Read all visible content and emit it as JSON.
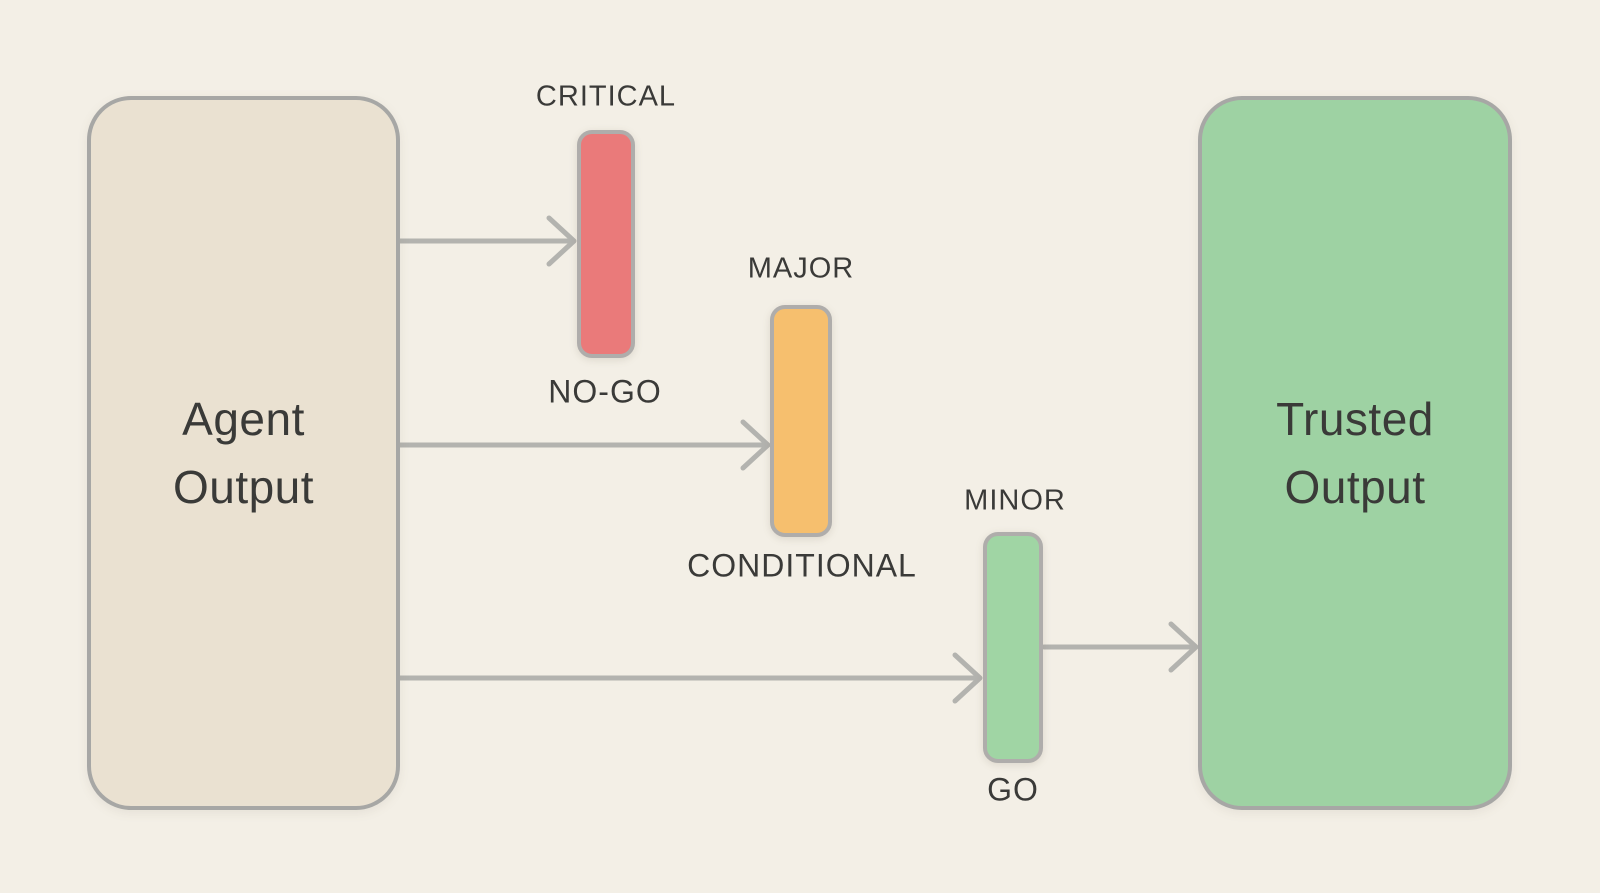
{
  "diagram": {
    "title_implied": "Agent output review gate",
    "background_color": "#F3EFE6",
    "text_color": "#3A3A38",
    "arrow_color": "#B3B3AF",
    "border_color": "#A7A7A5",
    "source_box": {
      "label": "Agent Output",
      "fill": "#EAE1D1"
    },
    "target_box": {
      "label": "Trusted Output",
      "fill": "#9ED2A3"
    },
    "severity_bars": [
      {
        "id": "critical",
        "top_label": "CRITICAL",
        "bottom_label": "NO-GO",
        "fill": "#EA7A7A"
      },
      {
        "id": "major",
        "top_label": "MAJOR",
        "bottom_label": "CONDITIONAL",
        "fill": "#F6BF6E"
      },
      {
        "id": "minor",
        "top_label": "MINOR",
        "bottom_label": "GO",
        "fill": "#A0D5A4"
      }
    ],
    "edges": [
      {
        "from": "agent-output",
        "to": "critical-bar"
      },
      {
        "from": "agent-output",
        "to": "major-bar"
      },
      {
        "from": "agent-output",
        "to": "minor-bar"
      },
      {
        "from": "minor-bar",
        "to": "trusted-output"
      }
    ]
  }
}
